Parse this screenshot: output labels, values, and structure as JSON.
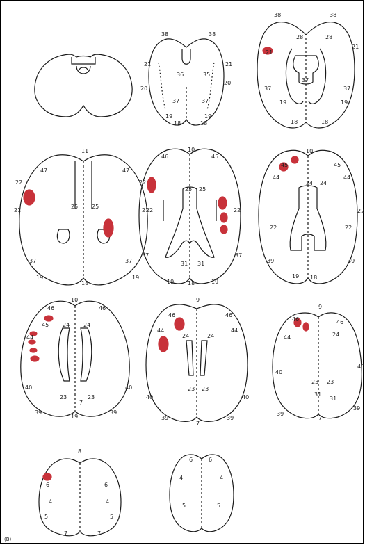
{
  "figure": {
    "panel_letter": "(B)",
    "lesion_color": "#c8323a",
    "outline_color": "#1a1a1a",
    "slices": [
      {
        "id": "s1",
        "labels": []
      },
      {
        "id": "s2",
        "labels": [
          "38",
          "38",
          "21",
          "21",
          "20",
          "20",
          "36",
          "35",
          "37",
          "37",
          "19",
          "19",
          "18",
          "18"
        ]
      },
      {
        "id": "s3",
        "labels": [
          "38",
          "38",
          "21",
          "21",
          "28",
          "28",
          "37",
          "37",
          "37",
          "19",
          "19",
          "18",
          "18"
        ]
      },
      {
        "id": "s4",
        "labels": [
          "11",
          "47",
          "47",
          "22",
          "22",
          "21",
          "21",
          "25",
          "25",
          "37",
          "37",
          "19",
          "19",
          "18"
        ]
      },
      {
        "id": "s5",
        "labels": [
          "10",
          "46",
          "45",
          "25",
          "25",
          "22",
          "22",
          "37",
          "37",
          "31",
          "31",
          "19",
          "19",
          "18"
        ]
      },
      {
        "id": "s6",
        "labels": [
          "10",
          "45",
          "45",
          "44",
          "44",
          "24",
          "24",
          "22",
          "22",
          "22",
          "39",
          "39",
          "19",
          "18"
        ]
      },
      {
        "id": "s7",
        "labels": [
          "10",
          "46",
          "46",
          "45",
          "44",
          "24",
          "24",
          "23",
          "23",
          "40",
          "40",
          "39",
          "39",
          "19",
          "7"
        ]
      },
      {
        "id": "s8",
        "labels": [
          "9",
          "46",
          "46",
          "44",
          "44",
          "24",
          "24",
          "23",
          "23",
          "40",
          "40",
          "39",
          "39",
          "7"
        ]
      },
      {
        "id": "s9",
        "labels": [
          "9",
          "46",
          "46",
          "44",
          "24",
          "23",
          "23",
          "31",
          "31",
          "40",
          "40",
          "39",
          "39",
          "7"
        ]
      },
      {
        "id": "s10",
        "labels": [
          "8",
          "6",
          "6",
          "4",
          "4",
          "5",
          "5",
          "7",
          "7"
        ]
      },
      {
        "id": "s11",
        "labels": [
          "6",
          "6",
          "4",
          "4",
          "5",
          "5"
        ]
      }
    ]
  }
}
